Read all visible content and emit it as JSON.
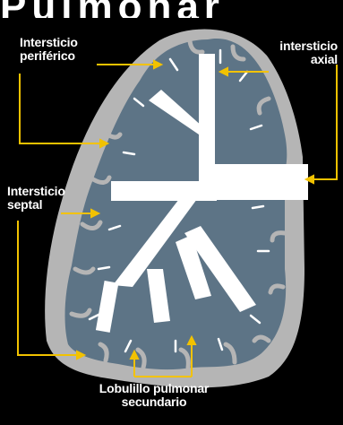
{
  "colors": {
    "background": "#000000",
    "lung_outer": "#b5b5b5",
    "lobule_fill": "#5d7486",
    "interstitium": "#ffffff",
    "leader_line": "#f2c200"
  },
  "diagram": {
    "top_text_fragment": "Pulmonar",
    "labels": {
      "peripheral": {
        "line1": "Intersticio",
        "line2": "periférico"
      },
      "axial": {
        "line1": "intersticio",
        "line2": "axial"
      },
      "septal": {
        "line1": "Intersticio",
        "line2": "septal"
      },
      "lobule": {
        "line1": "Lobulillo pulmonar",
        "line2": "secundario"
      }
    }
  }
}
